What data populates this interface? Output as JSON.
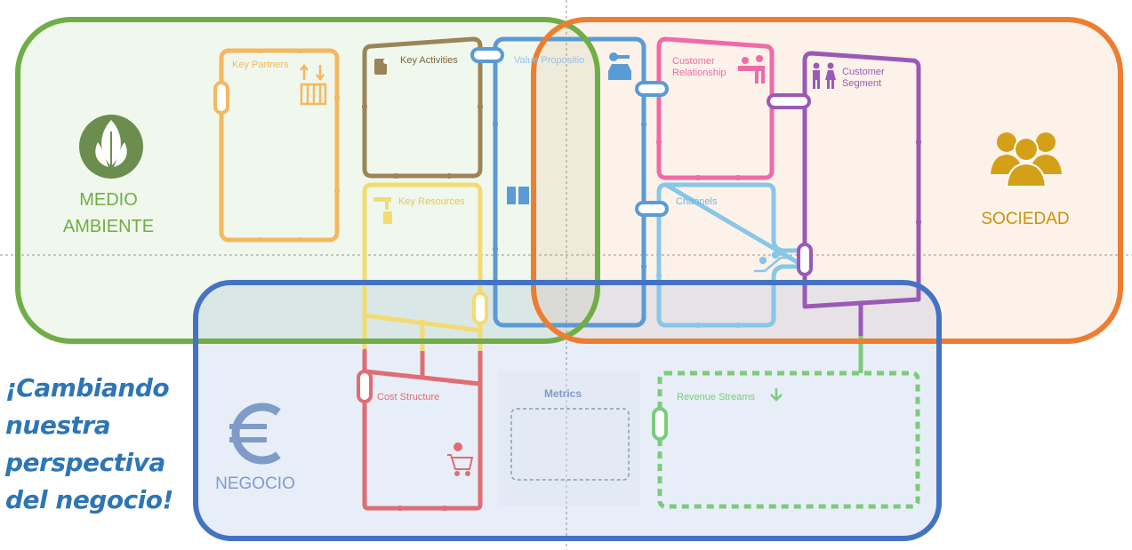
{
  "spheres": {
    "environment": {
      "label_line1": "MEDIO",
      "label_line2": "AMBIENTE",
      "color": "#70ad47",
      "icon": "leaf-icon"
    },
    "society": {
      "label": "SOCIEDAD",
      "color": "#ed7d31",
      "icon": "people-icon"
    },
    "business": {
      "label": "NEGOCIO",
      "color": "#4472c4",
      "icon": "euro-icon"
    }
  },
  "blocks": {
    "key_partners": {
      "title": "Key Partners",
      "color": "#f4b860",
      "icon": "partners-icon"
    },
    "key_activities": {
      "title": "Key Activities",
      "color": "#9c8459",
      "icon": "activities-icon"
    },
    "key_resources": {
      "title": "Key Resources",
      "color": "#f2db72",
      "icon": "resources-icon"
    },
    "value_propositions": {
      "title": "Value Propositio",
      "color": "#5b9bd5",
      "icon": "car-key-icon"
    },
    "customer_relationship": {
      "title_line1": "Customer",
      "title_line2": "Relationship",
      "color": "#f06aa7",
      "icon": "relationship-icon"
    },
    "channels": {
      "title": "Channels",
      "color": "#87c7e8",
      "icon": "escalator-icon"
    },
    "customer_segment": {
      "title_line1": "Customer",
      "title_line2": "Segment",
      "color": "#9b59b6",
      "icon": "family-icon"
    },
    "cost_structure": {
      "title": "Cost Structure",
      "color": "#e06c75",
      "icon": "shopping-cart-icon"
    },
    "metrics": {
      "title": "Metrics",
      "color": "#8aa5c9"
    },
    "revenue_streams": {
      "title": "Revenue Streams",
      "color": "#7ccb7c",
      "icon": "arrow-down-icon"
    }
  },
  "slogan": {
    "line1": "¡Cambiando",
    "line2": "nuestra",
    "line3": "perspectiva",
    "line4": "del negocio!"
  }
}
